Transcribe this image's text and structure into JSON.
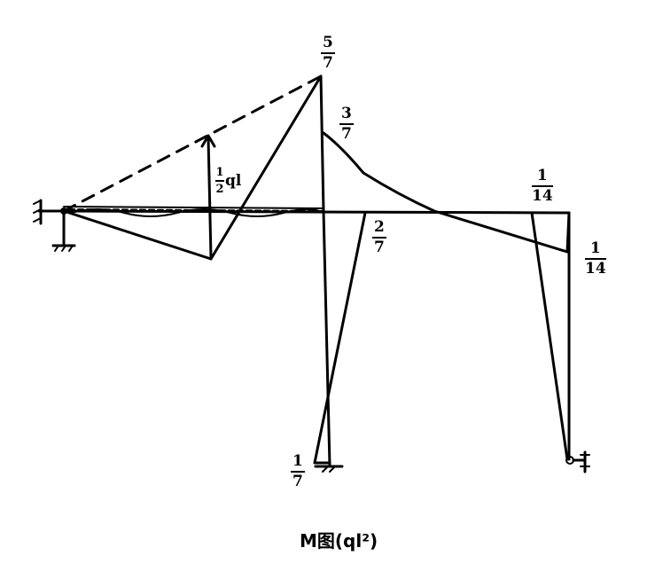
{
  "diagram": {
    "type": "bending-moment-diagram",
    "caption": "M图(ql²)",
    "labels": {
      "peak_top": {
        "num": "5",
        "den": "7"
      },
      "column_top_right": {
        "num": "3",
        "den": "7"
      },
      "beam_mid_load": {
        "text": "½ql",
        "num": "1",
        "den": "2",
        "suffix": "ql"
      },
      "below_beam_right": {
        "num": "2",
        "den": "7"
      },
      "right_top": {
        "num": "1",
        "den": "14"
      },
      "right_side": {
        "num": "1",
        "den": "14"
      },
      "column_base_left": {
        "num": "1",
        "den": "7"
      }
    },
    "supports": [
      "pin-support-left",
      "fixed-support-middle-column-base",
      "roller-support-right-column-base"
    ],
    "colors": {
      "ink": "#000000",
      "background": "#ffffff"
    }
  }
}
